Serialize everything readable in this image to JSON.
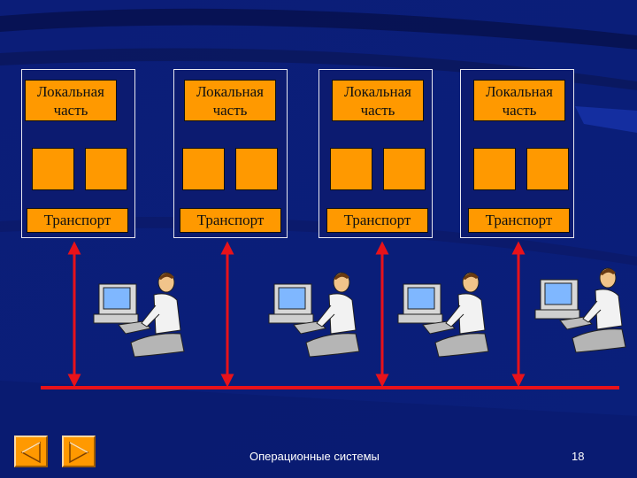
{
  "diagram": {
    "nodes": [
      {
        "local_label": "Локальная часть",
        "transport_label": "Транспорт"
      },
      {
        "local_label": "Локальная часть",
        "transport_label": "Транспорт"
      },
      {
        "local_label": "Локальная часть",
        "transport_label": "Транспорт"
      },
      {
        "local_label": "Локальная часть",
        "transport_label": "Транспорт"
      }
    ],
    "workstation_count": 4
  },
  "colors": {
    "background": "#0a1f7a",
    "box_fill": "#ff9900",
    "network_line": "#e8121a",
    "frame_border": "#e8e8f0"
  },
  "footer": {
    "title": "Операционные системы",
    "page": "18",
    "nav": {
      "back_icon": "triangle-left-icon",
      "forward_icon": "triangle-right-icon"
    }
  }
}
